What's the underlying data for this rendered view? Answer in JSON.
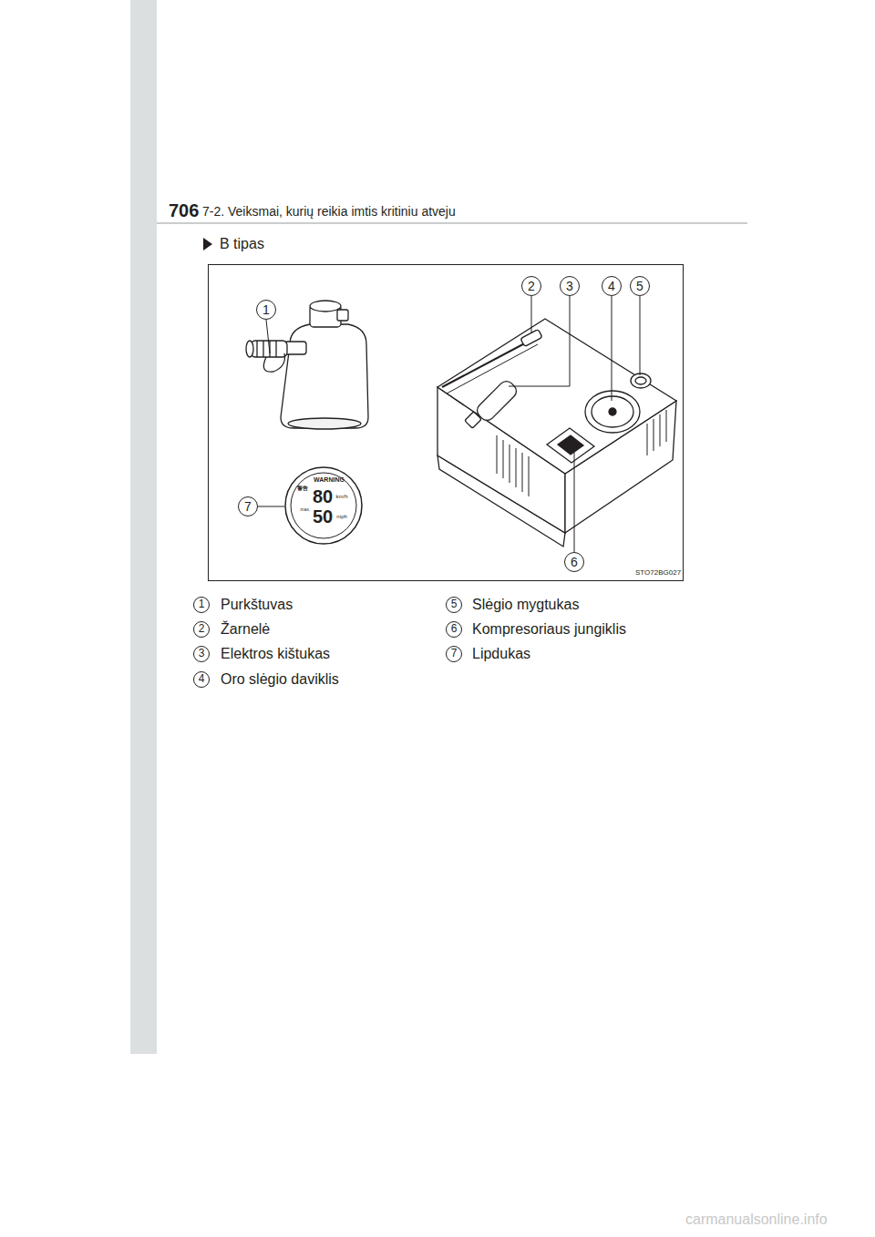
{
  "diagram": {
    "labels": [
      "706",
      "7-2. Veiksmai, kurių reikia imtis kritiniu atveju",
      "B tipas",
      "1",
      "2",
      "3",
      "4",
      "5",
      "6",
      "7",
      "警告",
      "WARNING",
      "max.",
      "80",
      "50",
      "km/h",
      "mph",
      "STO72BG027",
      "1",
      "Purkštuvas",
      "2",
      "Žarnelė",
      "3",
      "Elektros kištukas",
      "4",
      "Oro slėgio daviklis",
      "5",
      "Slėgio mygtukas",
      "6",
      "Kompresoriaus jungiklis",
      "7",
      "Lipdukas",
      "carmanualsonline.info"
    ]
  }
}
